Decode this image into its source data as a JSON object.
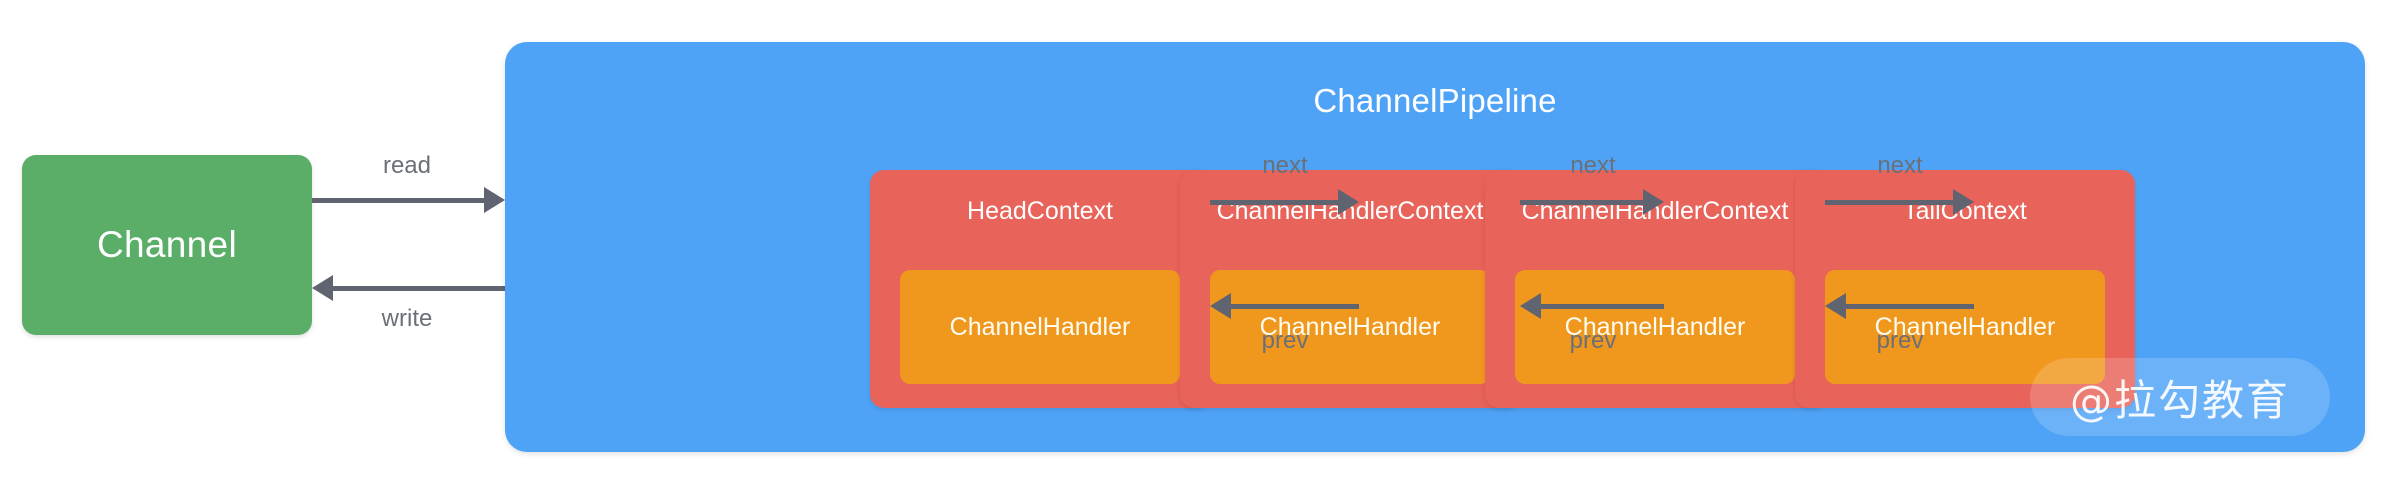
{
  "diagram": {
    "channel": {
      "label": "Channel"
    },
    "pipeline": {
      "title": "ChannelPipeline",
      "contexts": [
        {
          "title": "HeadContext",
          "handler": "ChannelHandler"
        },
        {
          "title": "ChannelHandlerContext",
          "handler": "ChannelHandler"
        },
        {
          "title": "ChannelHandlerContext",
          "handler": "ChannelHandler"
        },
        {
          "title": "TailContext",
          "handler": "ChannelHandler"
        }
      ]
    },
    "edges": {
      "read": "read",
      "write": "write",
      "next": [
        "next",
        "next",
        "next"
      ],
      "prev": [
        "prev",
        "prev",
        "prev"
      ]
    },
    "watermark": "@拉勾教育",
    "colors": {
      "channel_green": "#5aae67",
      "pipeline_blue": "#4fa3f7",
      "context_red": "#e8635a",
      "handler_orange": "#f0971e",
      "arrow_gray": "#5f6470",
      "label_gray": "#6b7078",
      "background": "#ffffff"
    }
  }
}
